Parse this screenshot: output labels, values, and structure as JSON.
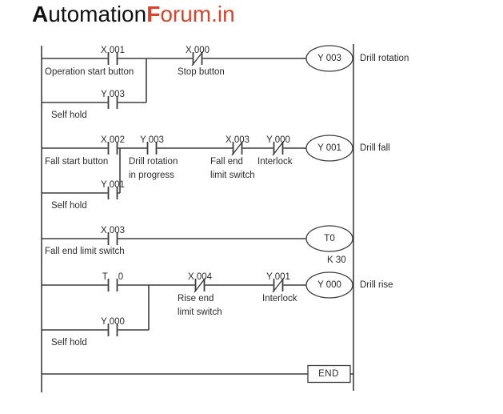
{
  "logo": {
    "automation_bold": "A",
    "automation_rest": "utomation",
    "forum_bold": "F",
    "forum_rest": "orum.in"
  },
  "colors": {
    "brand_red": "#d9452c",
    "diagram_line": "#3d3d3d",
    "text": "#2b2b2b"
  },
  "diagram_type": "plc-ladder-logic",
  "rungs": [
    {
      "contacts": [
        {
          "address": "X 001",
          "caption": "Operation start button",
          "type": "NO"
        },
        {
          "address": "X 000",
          "caption": "Stop button",
          "type": "NC"
        }
      ],
      "branch": {
        "address": "Y 003",
        "caption": "Self hold",
        "type": "NO"
      },
      "coil": "Y 003",
      "output": "Drill rotation"
    },
    {
      "contacts": [
        {
          "address": "X 002",
          "caption": "Fall start button",
          "type": "NO"
        },
        {
          "address": "Y 003",
          "caption": "Drill rotation\nin progress",
          "type": "NO"
        },
        {
          "address": "X 003",
          "caption": "Fall end\nlimit switch",
          "type": "NC"
        },
        {
          "address": "Y 000",
          "caption": "Interlock",
          "type": "NC"
        }
      ],
      "branch": {
        "address": "Y 001",
        "caption": "Self hold",
        "type": "NO"
      },
      "coil": "Y 001",
      "output": "Drill fall"
    },
    {
      "contacts": [
        {
          "address": "X 003",
          "caption": "Fall end limit switch",
          "type": "NO"
        }
      ],
      "coil": "T0",
      "timer_constant": "K 30"
    },
    {
      "contacts": [
        {
          "address": "T 0",
          "caption": "",
          "type": "NO"
        },
        {
          "address": "X 004",
          "caption": "Rise end\nlimit switch",
          "type": "NC"
        },
        {
          "address": "Y 001",
          "caption": "Interlock",
          "type": "NC"
        }
      ],
      "branch": {
        "address": "Y 000",
        "caption": "Self hold",
        "type": "NO"
      },
      "coil": "Y 000",
      "output": "Drill rise"
    },
    {
      "end": "END"
    }
  ]
}
